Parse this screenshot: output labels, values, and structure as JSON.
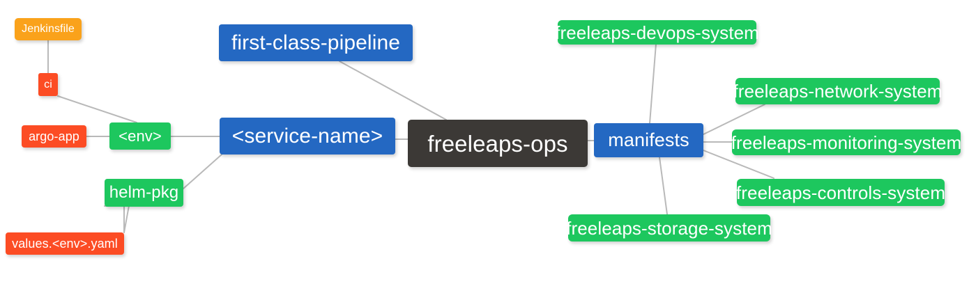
{
  "diagram": {
    "title": "freeleaps-ops",
    "type": "mind-map",
    "background": "#ffffff",
    "edge_color": "#b9b9b9",
    "palette": {
      "root_dark": "#3c3936",
      "blue": "#2468c2",
      "green": "#1dc75e",
      "red": "#fc4c24",
      "orange": "#faa21b",
      "text": "#ffffff"
    }
  },
  "nodes": {
    "root": {
      "label": "freeleaps-ops",
      "color": "#3c3936"
    },
    "first_class_pipeline": {
      "label": "first-class-pipeline",
      "color": "#2468c2"
    },
    "service_name": {
      "label": "<service-name>",
      "color": "#2468c2"
    },
    "manifests": {
      "label": "manifests",
      "color": "#2468c2"
    },
    "env": {
      "label": "<env>",
      "color": "#1dc75e"
    },
    "helm_pkg": {
      "label": "helm-pkg",
      "color": "#1dc75e"
    },
    "ci": {
      "label": "ci",
      "color": "#fc4c24"
    },
    "argo_app": {
      "label": "argo-app",
      "color": "#fc4c24"
    },
    "values_yaml": {
      "label": "values.<env>.yaml",
      "color": "#fc4c24"
    },
    "jenkinsfile": {
      "label": "Jenkinsfile",
      "color": "#faa21b"
    },
    "devops_system": {
      "label": "freeleaps-devops-system",
      "color": "#1dc75e"
    },
    "network_system": {
      "label": "freeleaps-network-system",
      "color": "#1dc75e"
    },
    "monitoring_system": {
      "label": "freeleaps-monitoring-system",
      "color": "#1dc75e"
    },
    "controls_system": {
      "label": "freeleaps-controls-system",
      "color": "#1dc75e"
    },
    "storage_system": {
      "label": "freeleaps-storage-system",
      "color": "#1dc75e"
    }
  },
  "edges": [
    {
      "from": "root",
      "to": "first_class_pipeline"
    },
    {
      "from": "root",
      "to": "service_name"
    },
    {
      "from": "root",
      "to": "manifests"
    },
    {
      "from": "service_name",
      "to": "env"
    },
    {
      "from": "service_name",
      "to": "helm_pkg"
    },
    {
      "from": "env",
      "to": "ci"
    },
    {
      "from": "env",
      "to": "argo_app"
    },
    {
      "from": "ci",
      "to": "jenkinsfile"
    },
    {
      "from": "helm_pkg",
      "to": "values_yaml"
    },
    {
      "from": "manifests",
      "to": "devops_system"
    },
    {
      "from": "manifests",
      "to": "network_system"
    },
    {
      "from": "manifests",
      "to": "monitoring_system"
    },
    {
      "from": "manifests",
      "to": "controls_system"
    },
    {
      "from": "manifests",
      "to": "storage_system"
    }
  ]
}
